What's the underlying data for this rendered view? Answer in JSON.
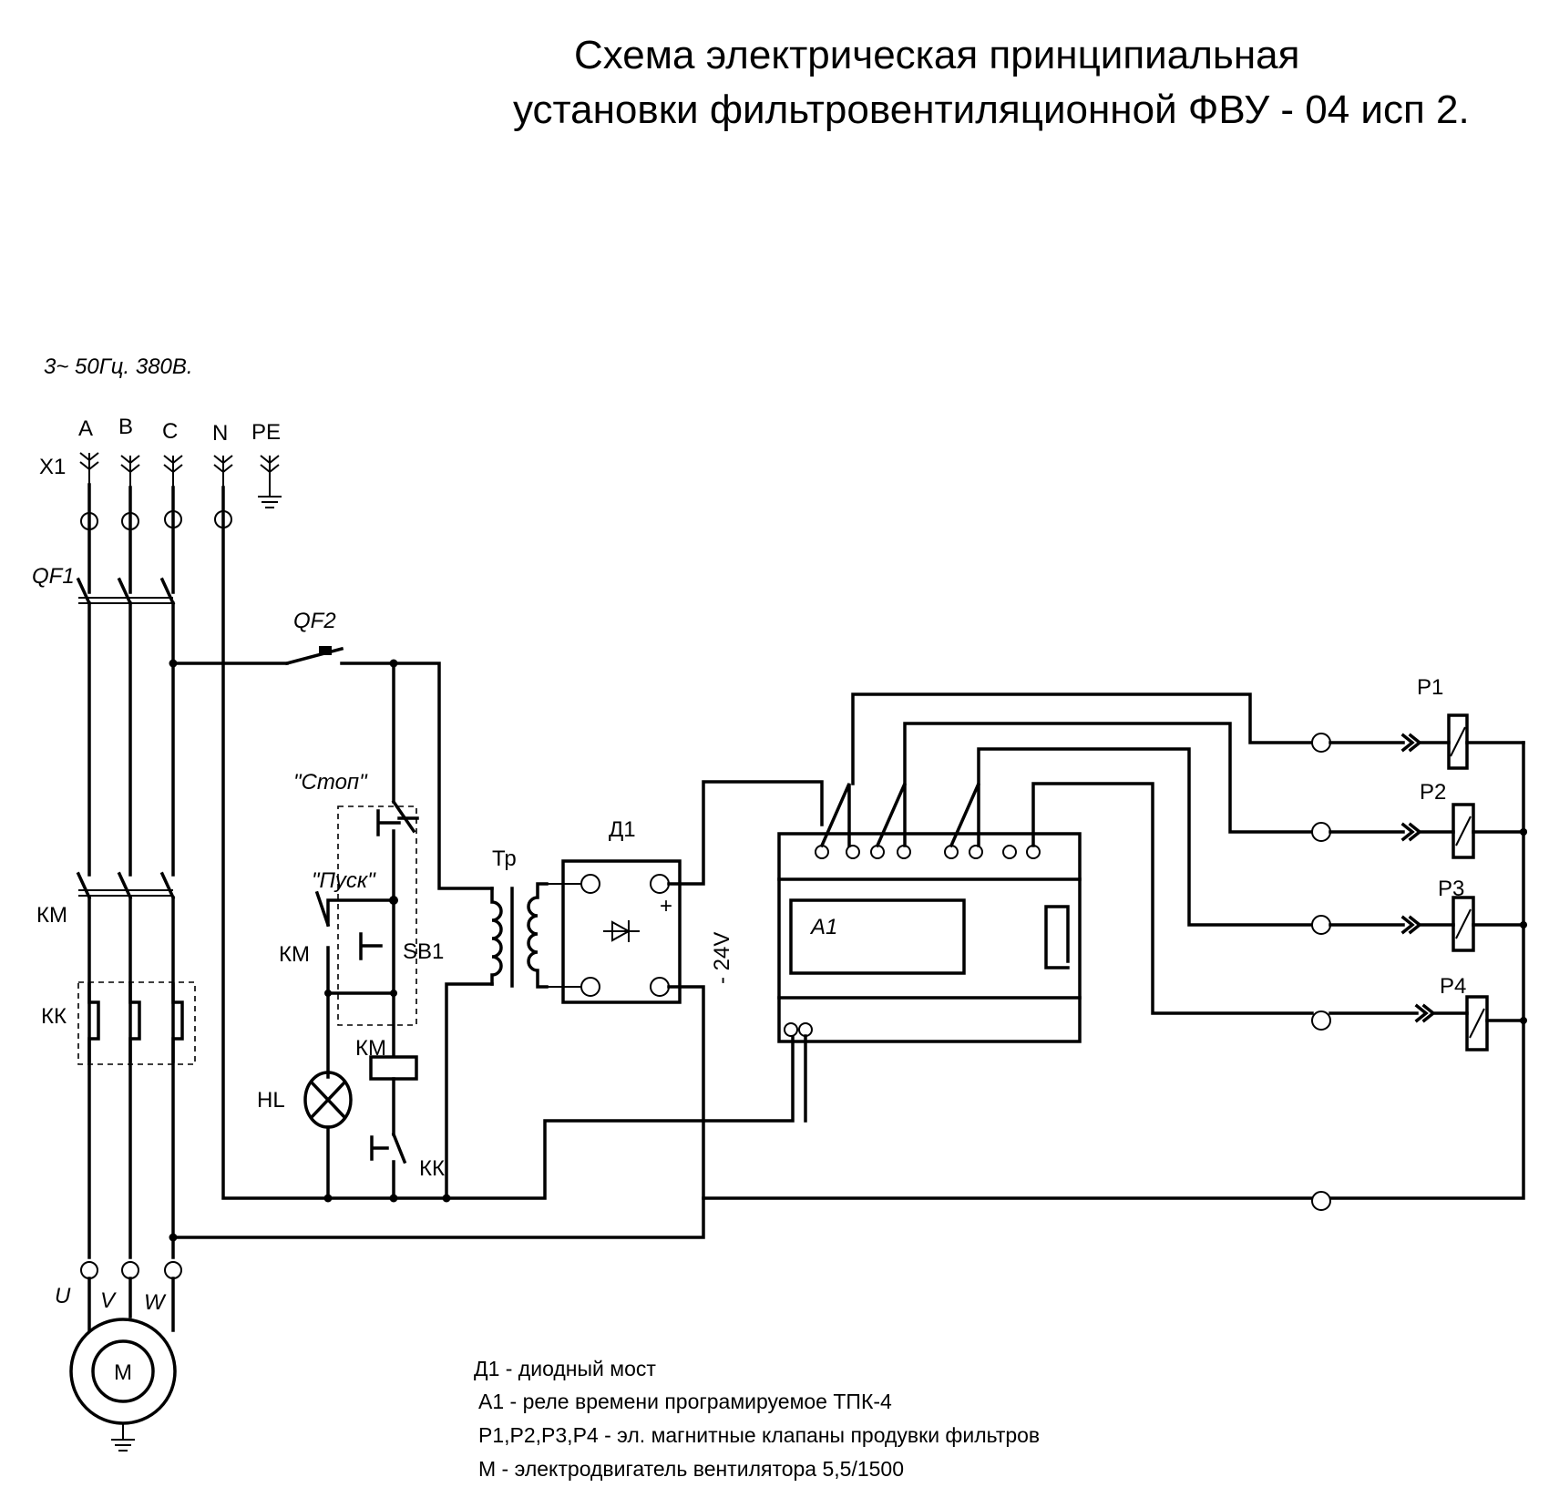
{
  "title": {
    "line1": "Схема электрическая принципиальная",
    "line2": "установки фильтровентиляционной ФВУ - 04 исп 2."
  },
  "supply": {
    "label": "3~ 50Гц. 380В.",
    "connector": "X1",
    "phases": [
      "A",
      "B",
      "C",
      "N",
      "PE"
    ]
  },
  "labels": {
    "qf1": "QF1",
    "qf2": "QF2",
    "stop": "\"Стоп\"",
    "start": "\"Пуск\"",
    "km_contacts": "КМ",
    "kk": "КК",
    "km_aux": "КМ",
    "sb1": "SB1",
    "km_coil": "КМ",
    "hl": "HL",
    "kk_contact": "КК",
    "tr": "Тр",
    "d1": "Д1",
    "plus": "+",
    "v24": "- 24V",
    "a1": "А1",
    "u": "U",
    "v": "V",
    "w": "W",
    "motor": "M",
    "p1": "P1",
    "p2": "P2",
    "p3": "P3",
    "p4": "P4"
  },
  "legend": [
    "Д1 - диодный мост",
    "А1 -  реле времени програмируемое   ТПК-4",
    "Р1,Р2,Р3,Р4  - эл. магнитные клапаны продувки  фильтров",
    "М - электродвигатель вентилятора  5,5/1500"
  ]
}
